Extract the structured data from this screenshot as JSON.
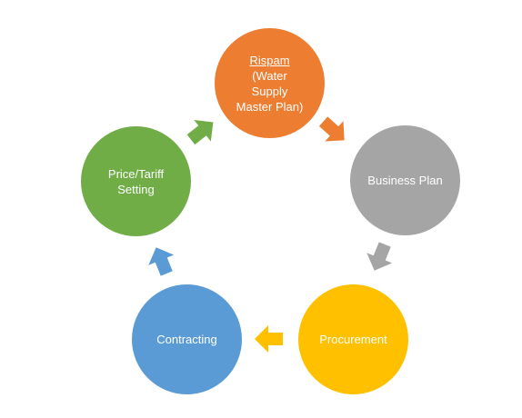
{
  "colors": {
    "orange": "#ED7D31",
    "gray": "#A5A5A5",
    "yellow": "#FFC000",
    "blue": "#5B9BD5",
    "green": "#70AD47"
  },
  "cycle": {
    "nodes": [
      {
        "id": "rispam",
        "lines": [
          "Rispam",
          "(Water",
          "Supply",
          "Master Plan)"
        ],
        "underline_first": true,
        "color": "#ED7D31"
      },
      {
        "id": "business_plan",
        "lines": [
          "Business Plan"
        ],
        "color": "#A5A5A5"
      },
      {
        "id": "procurement",
        "lines": [
          "Procurement"
        ],
        "color": "#FFC000"
      },
      {
        "id": "contracting",
        "lines": [
          "Contracting"
        ],
        "color": "#5B9BD5"
      },
      {
        "id": "price_tariff",
        "lines": [
          "Price/Tariff",
          "Setting"
        ],
        "color": "#70AD47"
      }
    ]
  }
}
